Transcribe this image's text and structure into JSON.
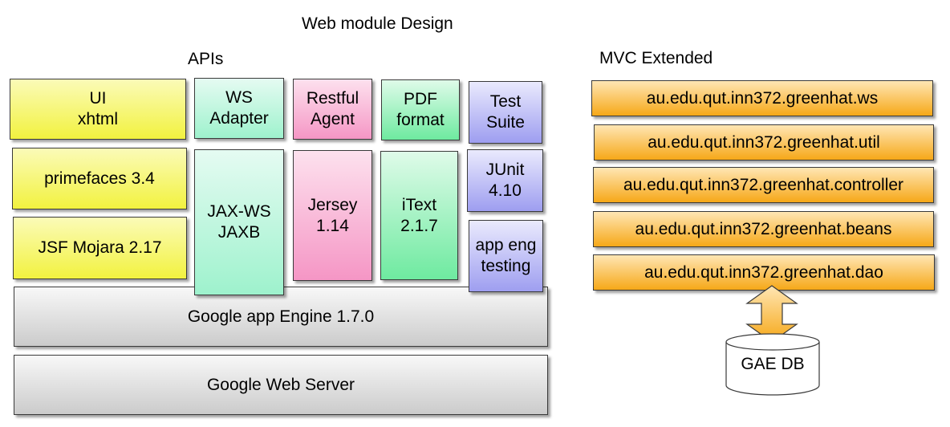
{
  "title": "Web module Design",
  "apis": {
    "heading": "APIs",
    "ui": "UI\nxhtml",
    "ws_adapter": "WS\nAdapter",
    "restful_agent": "Restful\nAgent",
    "pdf_format": "PDF\nformat",
    "test_suite": "Test\nSuite",
    "primefaces": "primefaces 3.4",
    "jsf": "JSF Mojara 2.17",
    "jaxws": "JAX-WS\nJAXB",
    "jersey": "Jersey\n1.14",
    "itext": "iText\n2.1.7",
    "junit": "JUnit\n4.10",
    "appeng_testing": "app eng\ntesting",
    "gae": "Google app Engine 1.7.0",
    "gws": "Google Web Server"
  },
  "mvc": {
    "heading": "MVC Extended",
    "packages": [
      "au.edu.qut.inn372.greenhat.ws",
      "au.edu.qut.inn372.greenhat.util",
      "au.edu.qut.inn372.greenhat.controller",
      "au.edu.qut.inn372.greenhat.beans",
      "au.edu.qut.inn372.greenhat.dao"
    ],
    "db": "GAE DB"
  },
  "colors": {
    "yellow": "#f2f23f",
    "teal": "#9ef2cd",
    "pink": "#f596c5",
    "green": "#6eeaa0",
    "lavender": "#9e9ef0",
    "gray": "#cbcbcb",
    "orange": "#f6a818"
  }
}
